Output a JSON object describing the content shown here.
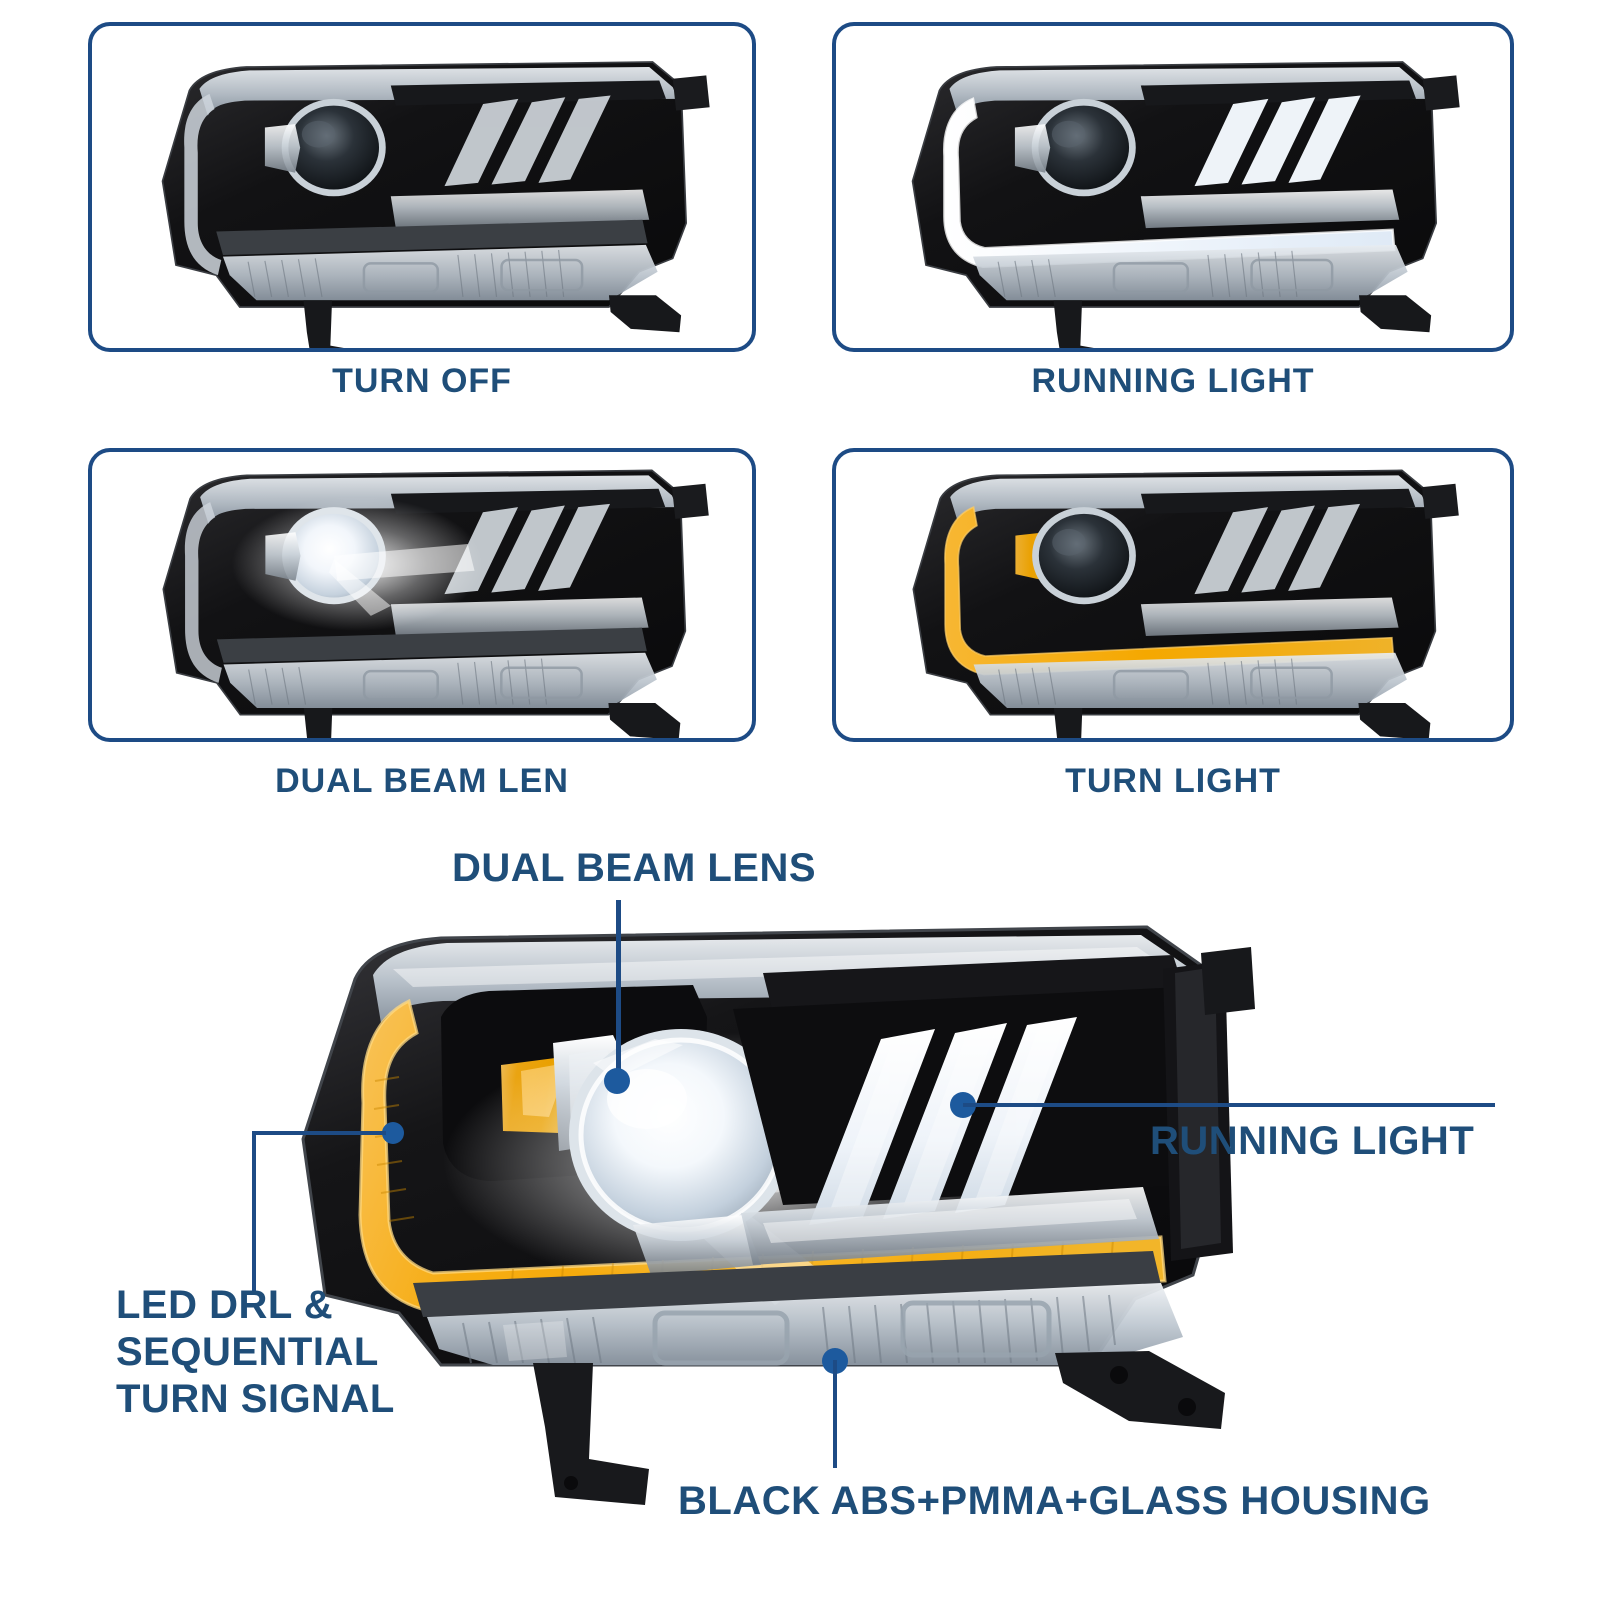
{
  "product": {
    "type": "LED Projector Headlight Assembly",
    "accent_color": "#1d4b85",
    "text_color": "#1f4e79",
    "amber_color": "#f5a800",
    "housing_color": "#141414"
  },
  "states": [
    {
      "id": "turn-off",
      "label": "TURN OFF",
      "drl": "off",
      "projector": "off",
      "running_light": "off"
    },
    {
      "id": "running-light",
      "label": "RUNNING LIGHT",
      "drl": "white",
      "projector": "off",
      "running_light": "white"
    },
    {
      "id": "dual-beam-len",
      "label": "DUAL BEAM LEN",
      "drl": "off",
      "projector": "on",
      "running_light": "off"
    },
    {
      "id": "turn-light",
      "label": "TURN LIGHT",
      "drl": "amber",
      "projector": "off",
      "running_light": "off"
    }
  ],
  "hero": {
    "drl": "amber",
    "projector": "on",
    "running_light": "white",
    "callouts": [
      {
        "id": "dual-beam-lens",
        "label": "DUAL BEAM LENS",
        "leader": "vertical-down",
        "align": "center"
      },
      {
        "id": "running-light",
        "label": "RUNNING LIGHT",
        "leader": "horizontal-right",
        "align": "left"
      },
      {
        "id": "led-drl",
        "label": "LED DRL &\nSEQUENTIAL\nTURN SIGNAL",
        "leader": "elbow-left",
        "align": "left",
        "lines": [
          "LED DRL &",
          "SEQUENTIAL",
          "TURN SIGNAL"
        ]
      },
      {
        "id": "housing",
        "label": "BLACK ABS+PMMA+GLASS HOUSING",
        "leader": "vertical-down",
        "align": "center"
      }
    ]
  }
}
